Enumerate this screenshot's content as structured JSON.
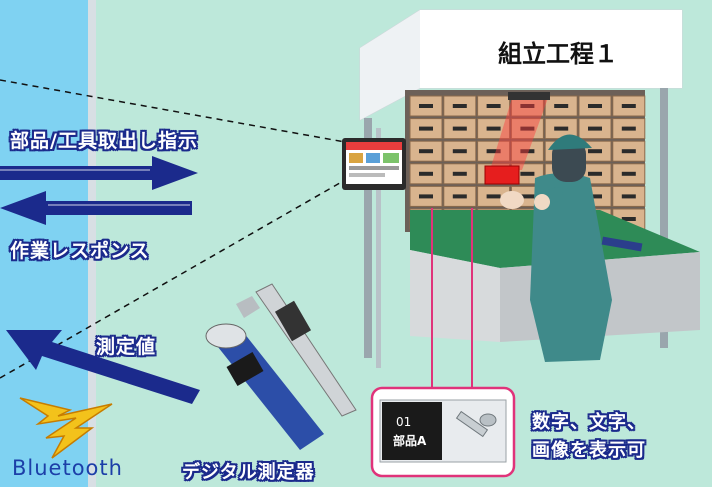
{
  "station": {
    "title": "組立工程１"
  },
  "arrows": {
    "parts_tools_instruction": "部品/工具取出し指示",
    "work_response": "作業レスポンス",
    "measured_value": "測定値"
  },
  "bluetooth": {
    "label": "Bluetooth"
  },
  "digital_meter": {
    "label": "デジタル測定器"
  },
  "shelf_label": {
    "number": "01",
    "part_name": "部品A",
    "caption_line1": "数字、文字、",
    "caption_line2": "画像を表示可"
  },
  "colors": {
    "background": "#bde8da",
    "left_panel": "#7fd2f2",
    "arrow_blue": "#1b2a8c",
    "highlight_magenta": "#e0337a",
    "bolt_yellow": "#f3c21b"
  }
}
